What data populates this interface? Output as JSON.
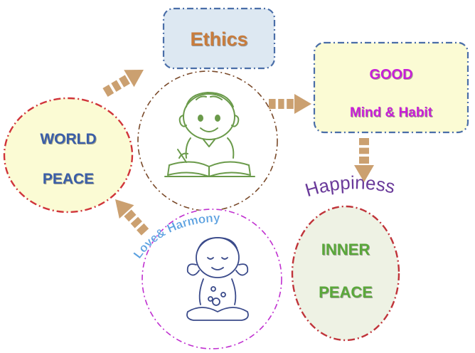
{
  "nodes": {
    "ethics": {
      "label": "Ethics"
    },
    "good": {
      "line1": "GOOD",
      "line2": "Mind & Habit"
    },
    "world_peace": {
      "line1": "WORLD",
      "line2": "PEACE"
    },
    "inner_peace": {
      "line1": "INNER",
      "line2": "PEACE"
    }
  },
  "annotations": {
    "happiness": "Happiness",
    "love_harmony": "Love& Harmony"
  },
  "icons": {
    "boy": "boy-reading-book-icon",
    "girl": "girl-meditating-icon",
    "arrow": "dashed-arrow-icon"
  },
  "colors": {
    "ethics_text": "#c97c3c",
    "ethics_fill": "#dde8f2",
    "ethics_border": "#4a6ea8",
    "good_text": "#c81ed8",
    "good_fill": "#fbfbd4",
    "good_border": "#4a6ea8",
    "world_text": "#3a5ea8",
    "world_fill": "#fbfbd4",
    "world_border": "#d0343a",
    "inner_text": "#5aa83a",
    "inner_fill": "#eef2e4",
    "inner_border": "#c0343a",
    "happiness_text": "#6a3a9a",
    "love_text": "#5aa0e0",
    "arrow": "#cba070",
    "boy_circle": "#7a4a2a",
    "girl_circle": "#c030d0",
    "boy_line": "#6a9a4a",
    "girl_line": "#3a4a8a"
  }
}
